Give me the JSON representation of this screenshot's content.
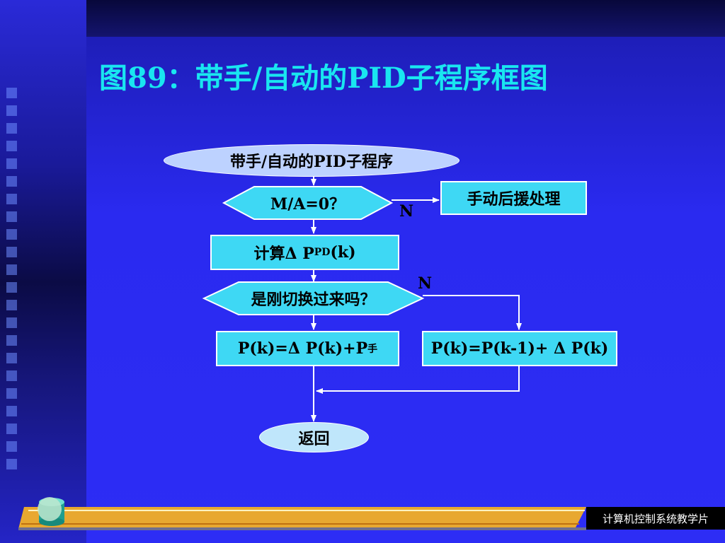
{
  "slide": {
    "title": "图89：带手/自动的PID子程序框图",
    "footer": "计算机控制系统教学片"
  },
  "flowchart": {
    "start": "带手/自动的PID子程序",
    "decision_mode": "M/A=0？",
    "manual_process": "手动后援处理",
    "compute": {
      "prefix": "计算Δ P",
      "sub": "PD",
      "suffix": "(k)"
    },
    "decision_switch": "是刚切换过来吗？",
    "branch_yes": {
      "prefix": "P(k)=Δ P(k)+P",
      "sub": "手"
    },
    "branch_no": "P(k)=P(k-1)+ Δ P(k)",
    "end": "返回",
    "label_n_mode": "N",
    "label_n_switch": "N"
  },
  "colors": {
    "background": "#2323e6",
    "title": "#19e6f0",
    "box_fill": "#3ed8f4",
    "terminal_fill": "#bdd2ff",
    "decision_fill": "#3ed8f4"
  }
}
